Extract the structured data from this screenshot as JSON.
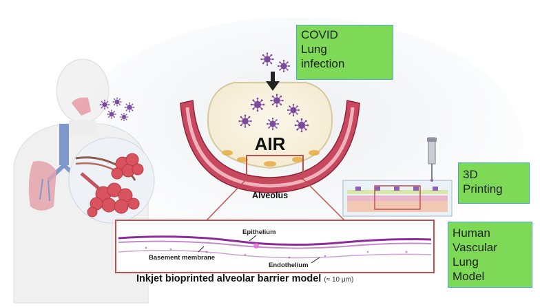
{
  "boxes": {
    "covid": [
      "COVID",
      "Lung",
      "infection"
    ],
    "printing": [
      "3D",
      "Printing"
    ],
    "human": [
      "Human",
      "Vascular",
      "Lung",
      "Model"
    ]
  },
  "labels": {
    "air": "AIR",
    "alveolus": "Alveolus",
    "epithelium": "Epithelium",
    "basement_membrane": "Basement membrane",
    "endothelium": "Endothelium"
  },
  "caption": {
    "title": "Inkjet bioprinted alveolar barrier model",
    "scale": "(≈ 10 μm)"
  },
  "colors": {
    "box_fill": "#7ed957",
    "box_border": "#4aa8c8",
    "virus": "#7b4a9e",
    "tissue": "#c7485f",
    "tissue_light": "#f0b3bc",
    "inset_border": "#c0504d",
    "membrane": "#8e2b9a"
  },
  "icons": [
    "virus-icon",
    "down-arrow-icon",
    "human-torso-icon",
    "lungs-icon",
    "alveoli-cluster-icon",
    "bioprinter-nozzle-icon",
    "culture-well-icon"
  ]
}
